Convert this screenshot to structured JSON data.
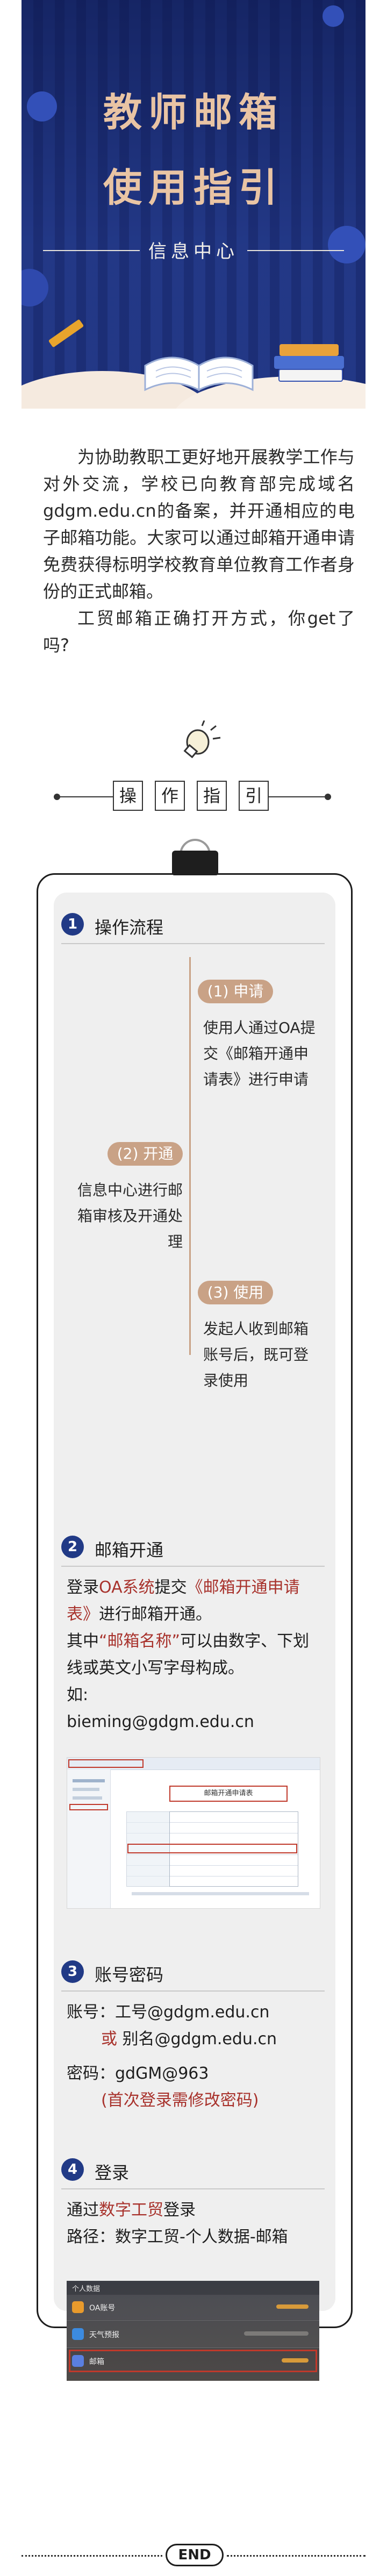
{
  "hero": {
    "title_line1": "教师邮箱",
    "title_line2": "使用指引",
    "subtitle": "信息中心"
  },
  "intro": {
    "para1": "为协助教职工更好地开展教学工作与对外交流，学校已向教育部完成域名gdgm.edu.cn的备案，并开通相应的电子邮箱功能。大家可以通过邮箱开通申请免费获得标明学校教育单位教育工作者身份的正式邮箱。",
    "para2": "工贸邮箱正确打开方式，你get了吗?"
  },
  "guide_header": {
    "chars": [
      "操",
      "作",
      "指",
      "引"
    ]
  },
  "sections": {
    "s1": {
      "num": "1",
      "title": "操作流程",
      "step1": {
        "label": "(1) 申请",
        "text": "使用人通过OA提交《邮箱开通申请表》进行申请"
      },
      "step2": {
        "label": "(2) 开通",
        "text": "信息中心进行邮箱审核及开通处理"
      },
      "step3": {
        "label": "(3) 使用",
        "text": "发起人收到邮箱账号后，既可登录使用"
      }
    },
    "s2": {
      "num": "2",
      "title": "邮箱开通",
      "t_a": "登录",
      "t_b": "OA系统",
      "t_c": "提交",
      "t_d": "《邮箱开通申请表》",
      "t_e": "进行邮箱开通。",
      "t_f": "其中",
      "t_g": "“邮箱名称”",
      "t_h": "可以由数字、下划线或英文小写字母构成。",
      "t_i": "如:",
      "example": "bieming@gdgm.edu.cn",
      "form_title": "邮箱开通申请表"
    },
    "s3": {
      "num": "3",
      "title": "账号密码",
      "account_label": "账号：",
      "account1": "工号@gdgm.edu.cn",
      "or": "或",
      "account2": "别名@gdgm.edu.cn",
      "password_label": "密码：",
      "password": "gdGM@963",
      "note": "(首次登录需修改密码)"
    },
    "s4": {
      "num": "4",
      "title": "登录",
      "t_a": "通过",
      "t_b": "数字工贸",
      "t_c": "登录",
      "path": "路径：数字工贸-个人数据-邮箱",
      "shot_header": "个人数据",
      "rows": [
        "OA账号",
        "天气预报",
        "邮箱"
      ]
    }
  },
  "end_label": "END",
  "colors": {
    "accent_blue": "#213a86",
    "accent_tan": "#c9a286",
    "highlight_red": "#a8322c",
    "hero_title": "#e9c4a4"
  }
}
